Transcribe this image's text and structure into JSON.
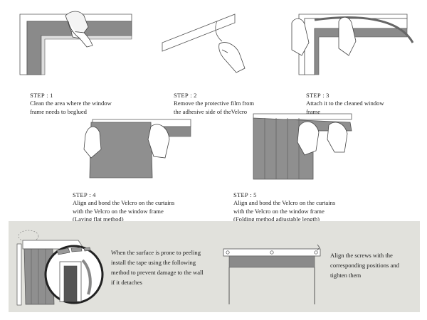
{
  "steps": [
    {
      "title": "STEP : 1",
      "text": "Clean the area where the window\nframe needs to beglued"
    },
    {
      "title": "STEP : 2",
      "text": "Remove the protective film from\nthe adhesive side of theVelcro"
    },
    {
      "title": "STEP : 3",
      "text": "Attach it to the cleaned window\nframe"
    },
    {
      "title": "STEP : 4",
      "text": "Align and bond the Velcro on the curtains\nwith the Velcro on the window frame\n(Laying flat method)"
    },
    {
      "title": "STEP : 5",
      "text": "Align and bond the Velcro on the curtains\nwith the Velcro on the window frame\n(Folding method adjustable length)"
    }
  ],
  "tips": {
    "peeling": "When the surface is prone to peeling\ninstall the tape using the following\nmethod to prevent damage to the wall\nif it detaches",
    "screws": "Align the screws with the\ncorresponding positions and\ntighten them"
  },
  "colors": {
    "frame_fill": "#8a8a8a",
    "outline": "#555555",
    "panel_bg": "#e1e1dc"
  }
}
